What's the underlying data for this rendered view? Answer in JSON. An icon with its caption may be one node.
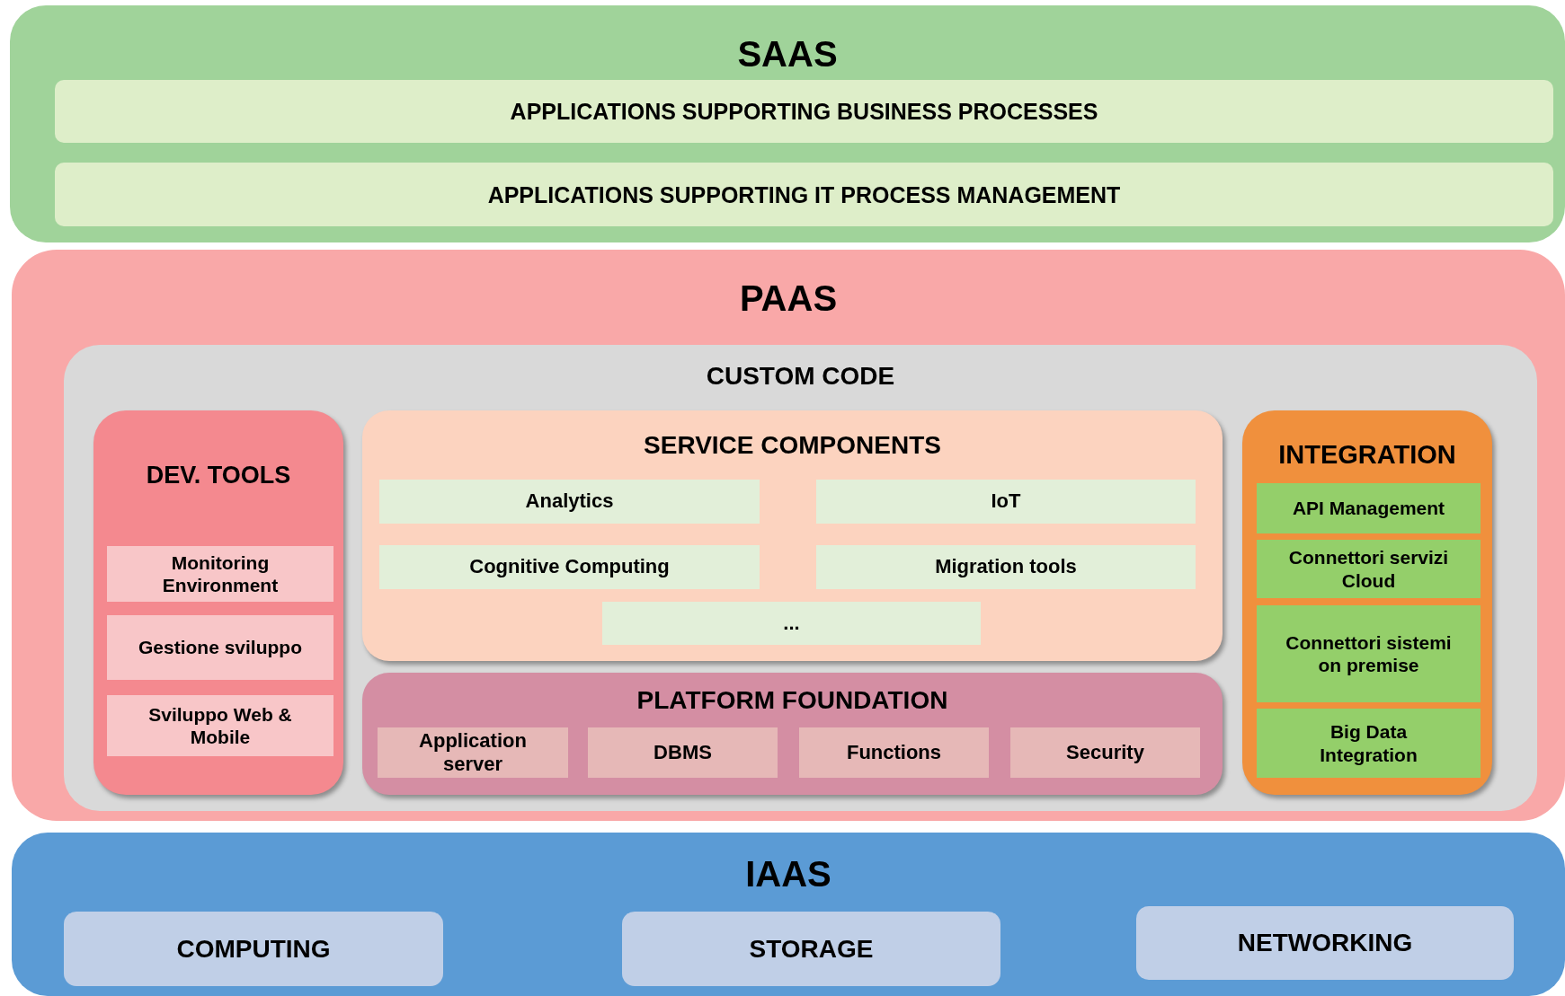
{
  "diagram": {
    "nodes": [
      {
        "text": [
          "SAAS"
        ]
      },
      {
        "text": [
          "APPLICATIONS SUPPORTING BUSINESS PROCESSES"
        ],
        "in": 0
      },
      {
        "text": [
          "APPLICATIONS SUPPORTING IT PROCESS MANAGEMENT"
        ],
        "in": 0
      },
      {
        "text": [
          "PAAS"
        ]
      },
      {
        "text": [
          "CUSTOM CODE"
        ],
        "in": 3
      },
      {
        "text": [
          "DEV. TOOLS"
        ],
        "in": 4
      },
      {
        "text": [
          "Monitoring Environment"
        ],
        "in": 5
      },
      {
        "text": [
          "Gestione sviluppo"
        ],
        "in": 5
      },
      {
        "text": [
          "Sviluppo Web & Mobile"
        ],
        "in": 5
      },
      {
        "text": [
          "SERVICE COMPONENTS"
        ],
        "in": 4
      },
      {
        "text": [
          "Analytics"
        ],
        "in": 9
      },
      {
        "text": [
          "IoT"
        ],
        "in": 9
      },
      {
        "text": [
          "Cognitive Computing"
        ],
        "in": 9
      },
      {
        "text": [
          "Migration tools"
        ],
        "in": 9
      },
      {
        "text": [
          "..."
        ],
        "in": 9
      },
      {
        "text": [
          "PLATFORM FOUNDATION"
        ],
        "in": 4
      },
      {
        "text": [
          "Application server"
        ],
        "in": 15
      },
      {
        "text": [
          "DBMS"
        ],
        "in": 15
      },
      {
        "text": [
          "Functions"
        ],
        "in": 15
      },
      {
        "text": [
          "Security"
        ],
        "in": 15
      },
      {
        "text": [
          "INTEGRATION"
        ],
        "in": 4
      },
      {
        "text": [
          "API Management"
        ],
        "in": 20
      },
      {
        "text": [
          "Connettori servizi Cloud"
        ],
        "in": 20
      },
      {
        "text": [
          "Connettori sistemi on premise"
        ],
        "in": 20
      },
      {
        "text": [
          "Big Data Integration"
        ],
        "in": 20
      },
      {
        "text": [
          "IAAS"
        ]
      },
      {
        "text": [
          "COMPUTING"
        ],
        "in": 25
      },
      {
        "text": [
          "STORAGE"
        ],
        "in": 25
      },
      {
        "text": [
          "NETWORKING"
        ],
        "in": 25
      }
    ]
  }
}
